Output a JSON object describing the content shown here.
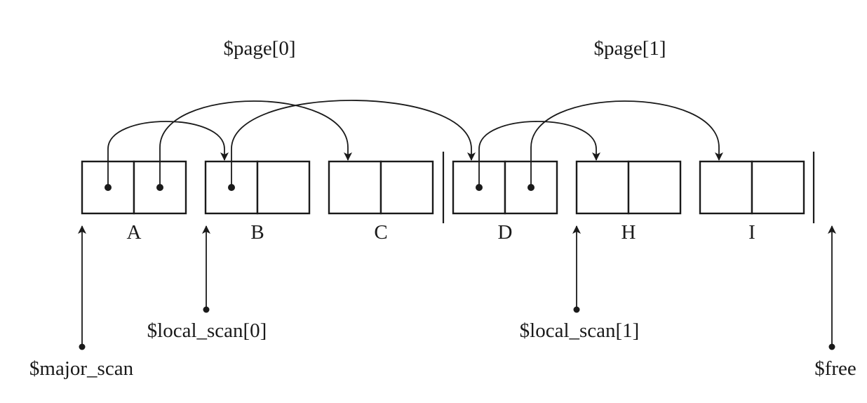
{
  "pages": [
    {
      "label": "$page[0]"
    },
    {
      "label": "$page[1]"
    }
  ],
  "nodes": [
    {
      "label": "A",
      "left_ptr": true,
      "right_ptr": true
    },
    {
      "label": "B",
      "left_ptr": true,
      "right_ptr": false
    },
    {
      "label": "C",
      "left_ptr": false,
      "right_ptr": false
    },
    {
      "label": "D",
      "left_ptr": true,
      "right_ptr": true
    },
    {
      "label": "H",
      "left_ptr": false,
      "right_ptr": false
    },
    {
      "label": "I",
      "left_ptr": false,
      "right_ptr": false
    }
  ],
  "edges": [
    {
      "from": "A",
      "field": "left",
      "to": "B"
    },
    {
      "from": "A",
      "field": "right",
      "to": "C"
    },
    {
      "from": "B",
      "field": "left",
      "to": "D"
    },
    {
      "from": "D",
      "field": "left",
      "to": "H"
    },
    {
      "from": "D",
      "field": "right",
      "to": "I"
    }
  ],
  "pointers": [
    {
      "label": "$major_scan",
      "target": "A"
    },
    {
      "label": "$local_scan[0]",
      "target": "B"
    },
    {
      "label": "$local_scan[1]",
      "target": "H"
    },
    {
      "label": "$free",
      "target": "end"
    }
  ],
  "colors": {
    "ink": "#1a1a1a",
    "background": "#ffffff"
  }
}
